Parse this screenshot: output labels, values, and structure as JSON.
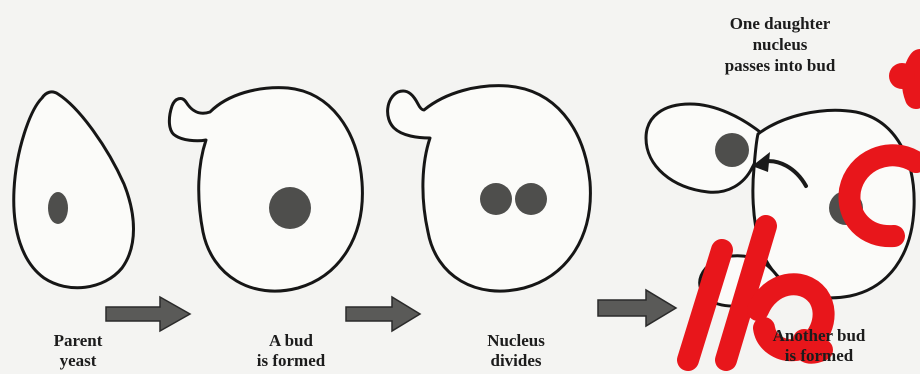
{
  "stages": [
    {
      "id": "parent",
      "label_lines": [
        "Parent",
        "yeast"
      ]
    },
    {
      "id": "bud-formed",
      "label_lines": [
        "A bud",
        "is formed"
      ]
    },
    {
      "id": "nucleus-divides",
      "label_lines": [
        "Nucleus",
        "divides"
      ]
    },
    {
      "id": "another-bud",
      "label_lines": [
        "Another bud",
        "is formed"
      ]
    }
  ],
  "annotation": {
    "lines": [
      "One daughter",
      "nucleus",
      "passes into bud"
    ]
  },
  "colors": {
    "outline": "#161616",
    "nucleus": "#4e4e4c",
    "arrow": "#5a5a58",
    "watermark": "#e8161b"
  }
}
